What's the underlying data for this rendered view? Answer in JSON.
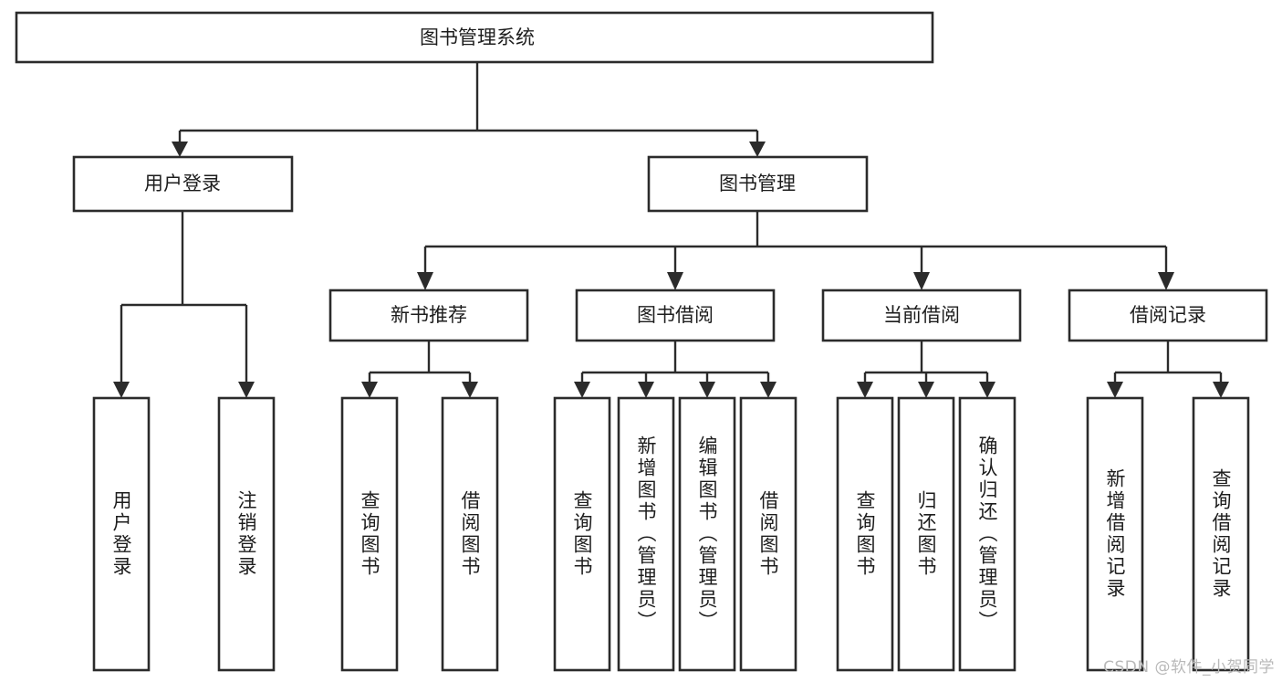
{
  "diagram": {
    "type": "tree",
    "title": "图书管理系统",
    "orientation": "top-down",
    "style": {
      "box_fill": "#ffffff",
      "box_stroke": "#2b2b2b",
      "connector_color": "#2b2b2b",
      "text_color": "#1d1d1d",
      "background": "#ffffff",
      "watermark_color": "#b9b9b9"
    },
    "levels": {
      "root": {
        "label": "图书管理系统"
      },
      "level2": [
        {
          "label": "用户登录"
        },
        {
          "label": "图书管理"
        }
      ],
      "level3": [
        {
          "label": "新书推荐"
        },
        {
          "label": "图书借阅"
        },
        {
          "label": "当前借阅"
        },
        {
          "label": "借阅记录"
        }
      ]
    },
    "groups": [
      {
        "parent": "用户登录",
        "leaves": [
          {
            "label": "用户登录"
          },
          {
            "label": "注销登录"
          }
        ]
      },
      {
        "parent": "新书推荐",
        "leaves": [
          {
            "label": "查询图书"
          },
          {
            "label": "借阅图书"
          }
        ]
      },
      {
        "parent": "图书借阅",
        "leaves": [
          {
            "label": "查询图书"
          },
          {
            "label": "新增图书（管理员）"
          },
          {
            "label": "编辑图书（管理员）"
          },
          {
            "label": "借阅图书"
          }
        ]
      },
      {
        "parent": "当前借阅",
        "leaves": [
          {
            "label": "查询图书"
          },
          {
            "label": "归还图书"
          },
          {
            "label": "确认归还（管理员）"
          }
        ]
      },
      {
        "parent": "借阅记录",
        "leaves": [
          {
            "label": "新增借阅记录"
          },
          {
            "label": "查询借阅记录"
          }
        ]
      }
    ]
  },
  "watermark": {
    "text": "CSDN @软件_小贺同学"
  }
}
